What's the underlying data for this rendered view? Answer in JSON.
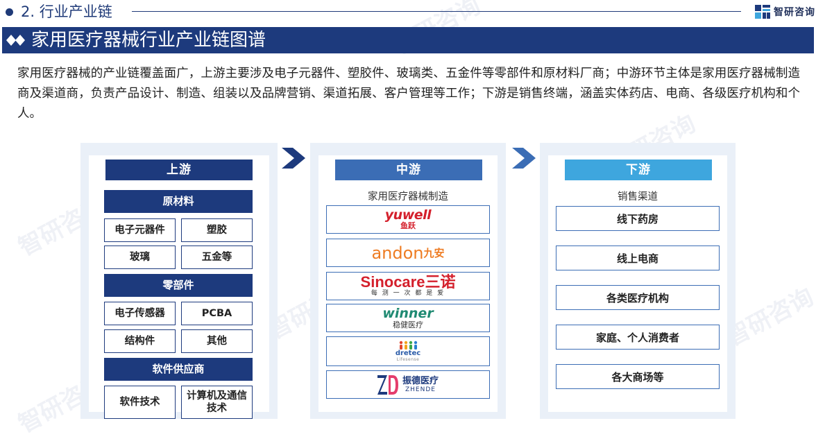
{
  "section": {
    "title": "2. 行业产业链",
    "brand": "智研咨询",
    "brand_logo": "zhiyan-logo-icon"
  },
  "banner": {
    "title": "家用医疗器械行业产业链图谱",
    "icon": "double-diamond-icon"
  },
  "intro": "家用医疗器械的产业链覆盖面广，上游主要涉及电子元器件、塑胶件、玻璃类、五金件等零部件和原材料厂商；中游环节主体是家用医疗器械制造商及渠道商，负责产品设计、制造、组装以及品牌营销、渠道拓展、客户管理等工作；下游是销售终端，涵盖实体药店、电商、各级医疗机构和个人。",
  "watermark": "智研咨询",
  "upstream": {
    "title": "上游",
    "groups": [
      {
        "title": "原材料",
        "items": [
          "电子元器件",
          "塑胶",
          "玻璃",
          "五金等"
        ]
      },
      {
        "title": "零部件",
        "items": [
          "电子传感器",
          "PCBA",
          "结构件",
          "其他"
        ]
      },
      {
        "title": "软件供应商",
        "items": [
          "软件技术",
          "计算机及通信技术"
        ]
      }
    ]
  },
  "midstream": {
    "title": "中游",
    "subtitle": "家用医疗器械制造",
    "logos": [
      {
        "name": "yuwell",
        "text": "yuwell",
        "sub": "鱼跃"
      },
      {
        "name": "andon",
        "text": "andon",
        "sub": "九安"
      },
      {
        "name": "sinocare",
        "text": "Sinocare三诺",
        "sub": "每 测 一 次 都 是 爱"
      },
      {
        "name": "winner",
        "text": "winner",
        "sub": "稳健医疗"
      },
      {
        "name": "dretec",
        "text": "dretec",
        "sub": "Lifesense"
      },
      {
        "name": "zhende",
        "text": "振德医疗",
        "sub": "ZHENDE"
      }
    ]
  },
  "downstream": {
    "title": "下游",
    "subtitle": "销售渠道",
    "channels": [
      "线下药房",
      "线上电商",
      "各类医疗机构",
      "家庭、个人消费者",
      "各大商场等"
    ]
  },
  "colors": {
    "navy": "#1d3a7d",
    "mid_blue": "#3b6db5",
    "light_blue": "#3ea6de",
    "panel_bg": "#eaf0f8"
  }
}
